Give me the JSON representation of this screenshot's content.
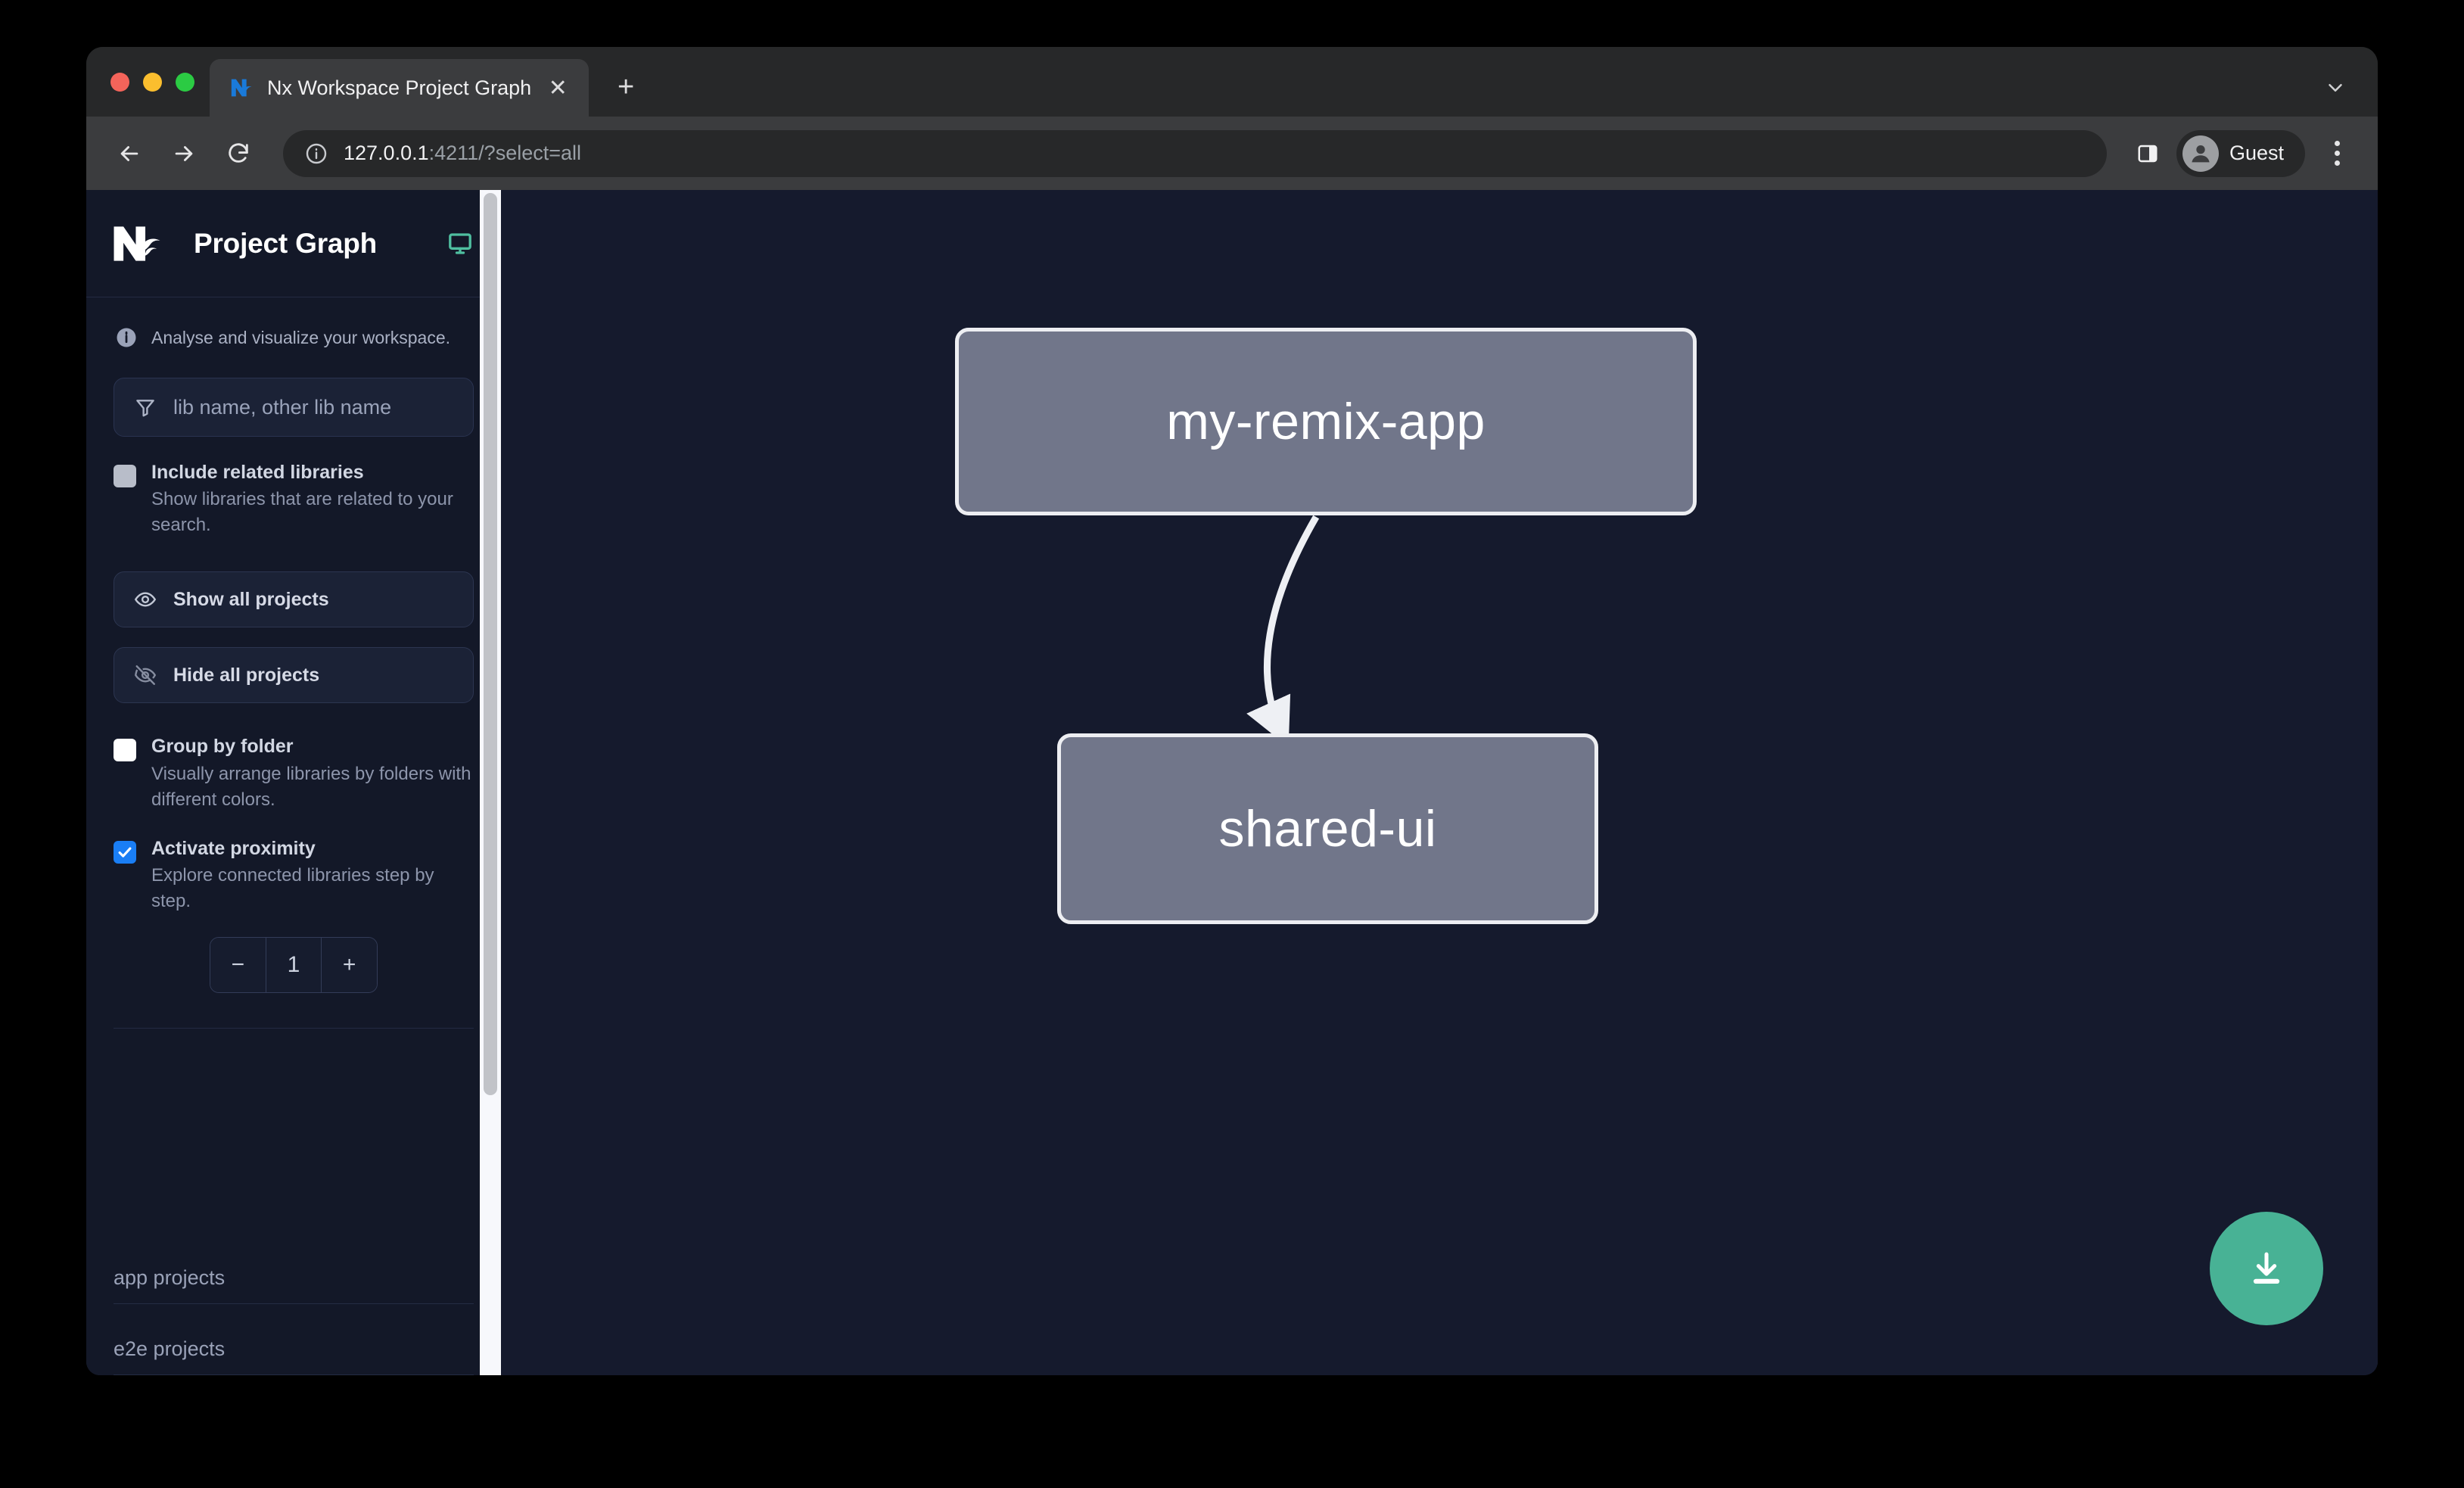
{
  "browser": {
    "tab": {
      "title": "Nx Workspace Project Graph",
      "favicon_name": "nx-favicon",
      "close_label": "✕"
    },
    "new_tab_label": "+",
    "tab_list_chevron_name": "chevron-down-icon",
    "toolbar": {
      "back_name": "back-icon",
      "forward_name": "forward-icon",
      "reload_name": "reload-icon",
      "site_info_name": "site-info-icon",
      "url_host": "127.0.0.1",
      "url_rest": ":4211/?select=all",
      "side_panel_name": "side-panel-icon",
      "profile_label": "Guest",
      "menu_name": "kebab-menu-icon"
    },
    "traffic_lights": {
      "close_color": "#f4645a",
      "minimize_color": "#fbbe2e",
      "maximize_color": "#2bcb43"
    }
  },
  "sidebar": {
    "logo_name": "nx-logo",
    "title": "Project Graph",
    "monitor_icon_name": "monitor-icon",
    "monitor_icon_color": "#4fbfa0",
    "note": "Analyse and visualize your workspace.",
    "filter": {
      "icon_name": "filter-funnel-icon",
      "placeholder": "lib name, other lib name",
      "value": ""
    },
    "options": [
      {
        "id": "include-related-libraries",
        "title": "Include related libraries",
        "desc": "Show libraries that are related to your search.",
        "checkbox_state": "muted"
      },
      {
        "id": "group-by-folder",
        "title": "Group by folder",
        "desc": "Visually arrange libraries by folders with different colors.",
        "checkbox_state": "empty"
      },
      {
        "id": "activate-proximity",
        "title": "Activate proximity",
        "desc": "Explore connected libraries step by step.",
        "checkbox_state": "checked"
      }
    ],
    "buttons": [
      {
        "id": "show-all-projects",
        "label": "Show all projects",
        "icon_name": "eye-icon"
      },
      {
        "id": "hide-all-projects",
        "label": "Hide all projects",
        "icon_name": "eye-slash-icon"
      }
    ],
    "stepper": {
      "decrement_label": "−",
      "value": "1",
      "increment_label": "+"
    },
    "project_sections": [
      {
        "id": "app-projects",
        "label": "app projects"
      },
      {
        "id": "e2e-projects",
        "label": "e2e projects"
      }
    ],
    "scrollbar": {
      "thumb_color": "#c1c3c8",
      "track_color": "#f7f8fc"
    }
  },
  "graph": {
    "background_color": "#151a2d",
    "node_fill": "#71768a",
    "node_border": "#edeef2",
    "edge_color": "#eef0f4",
    "nodes": [
      {
        "id": "my-remix-app",
        "label": "my-remix-app"
      },
      {
        "id": "shared-ui",
        "label": "shared-ui"
      }
    ],
    "edges": [
      {
        "from": "my-remix-app",
        "to": "shared-ui"
      }
    ],
    "download_button": {
      "icon_name": "download-icon",
      "color": "#48b295"
    }
  }
}
